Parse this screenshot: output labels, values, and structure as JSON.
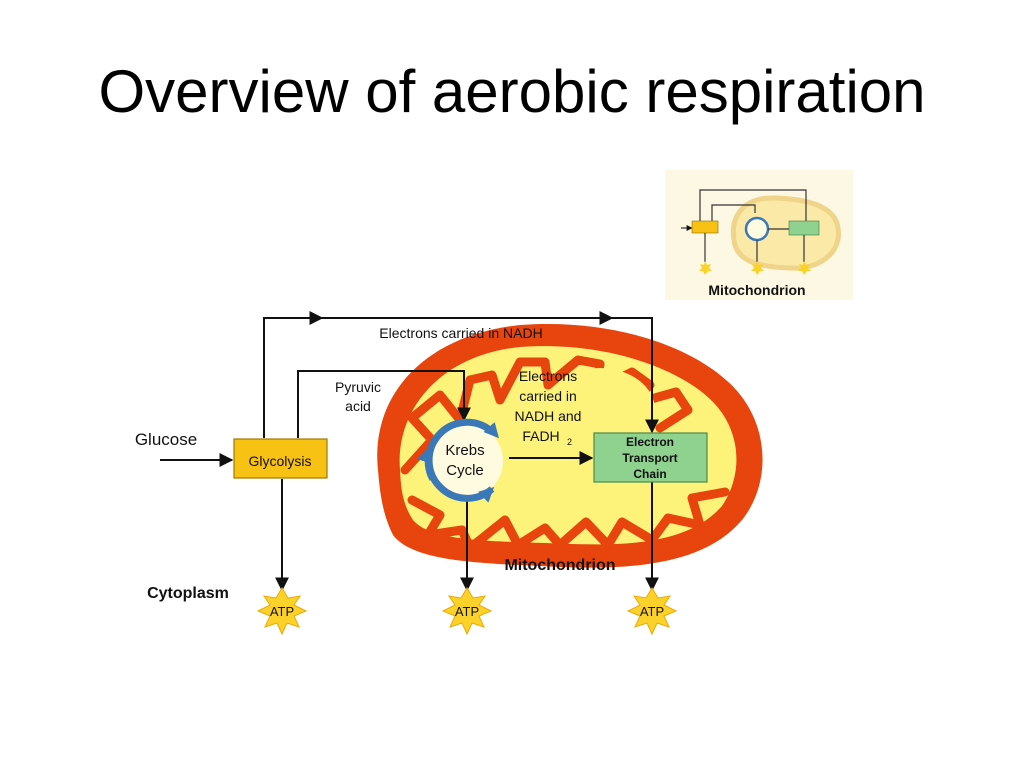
{
  "slide": {
    "title": "Overview of aerobic respiration"
  },
  "inset": {
    "label": "Mitochondrion"
  },
  "diagram": {
    "nadh_label": "Electrons carried in NADH",
    "pyruvic_line1": "Pyruvic",
    "pyruvic_line2": "acid",
    "electrons_line1": "Electrons",
    "electrons_line2": "carried in",
    "electrons_line3": "NADH and",
    "electrons_fadh": "FADH",
    "electrons_sub": "2",
    "glucose": "Glucose",
    "glycolysis": "Glycolysis",
    "krebs_line1": "Krebs",
    "krebs_line2": "Cycle",
    "etc_line1": "Electron",
    "etc_line2": "Transport",
    "etc_line3": "Chain",
    "mitochondrion": "Mitochondrion",
    "cytoplasm": "Cytoplasm",
    "atp": "ATP"
  },
  "colors": {
    "membrane_outer": "#e8440e",
    "matrix": "#fdf27a",
    "glycolysis_box": "#f7c214",
    "etc_box": "#8fd18f",
    "krebs_ring": "#3a78b8",
    "atp_star": "#fbd22a",
    "inset_bg": "#fdf8e3"
  }
}
